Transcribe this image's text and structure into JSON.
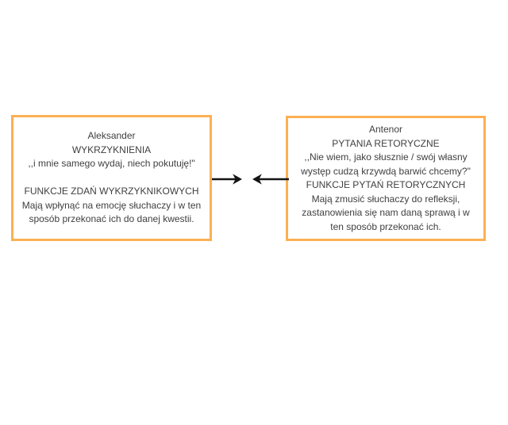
{
  "page": {
    "background_color": "#ffffff"
  },
  "colors": {
    "box_border": "#fbb053",
    "text": "#3f3f3f",
    "arrow": "#141414"
  },
  "left_box": {
    "lines": [
      "Aleksander",
      "WYKRZYKNIENIA",
      ",,i mnie samego wydaj, niech pokutuję!\"",
      "",
      "FUNKCJE ZDAŃ WYKRZYKNIKOWYCH",
      "Mają wpłynąć na emocję słuchaczy i w ten",
      "sposób przekonać ich do danej kwestii."
    ]
  },
  "right_box": {
    "lines": [
      "Antenor",
      "PYTANIA RETORYCZNE",
      ",,Nie wiem, jako słusznie / swój własny",
      "występ cudzą krzywdą barwić chcemy?\"",
      "FUNKCJE PYTAŃ RETORYCZNYCH",
      "Mają zmusić słuchaczy do refleksji,",
      "zastanowienia się nam daną sprawą i w",
      "ten sposób przekonać ich."
    ]
  },
  "icons": {
    "arrow_right": "arrow-right-icon",
    "arrow_left": "arrow-left-icon"
  }
}
